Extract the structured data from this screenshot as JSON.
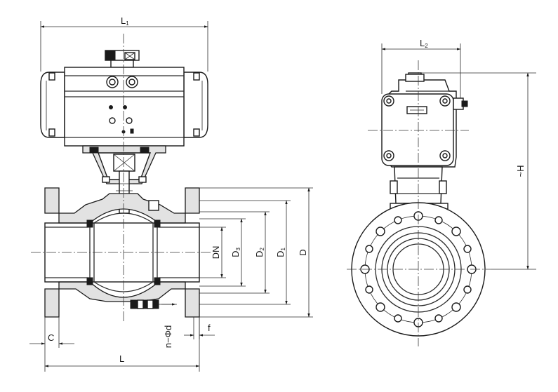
{
  "dimension_labels": {
    "L1": {
      "main": "L",
      "sub": "1"
    },
    "L2": {
      "main": "L",
      "sub": "2"
    },
    "H": "~H",
    "DN": "DN",
    "D3": {
      "main": "D",
      "sub": "3"
    },
    "D2": {
      "main": "D",
      "sub": "2"
    },
    "D1": {
      "main": "D",
      "sub": "1"
    },
    "D": "D",
    "n_d": "n−Φd",
    "f": "f",
    "C": "C",
    "L": "L"
  },
  "colors": {
    "line": "#1a1a1a",
    "hatch_fill": "#e2e2e2",
    "background": "#ffffff"
  }
}
